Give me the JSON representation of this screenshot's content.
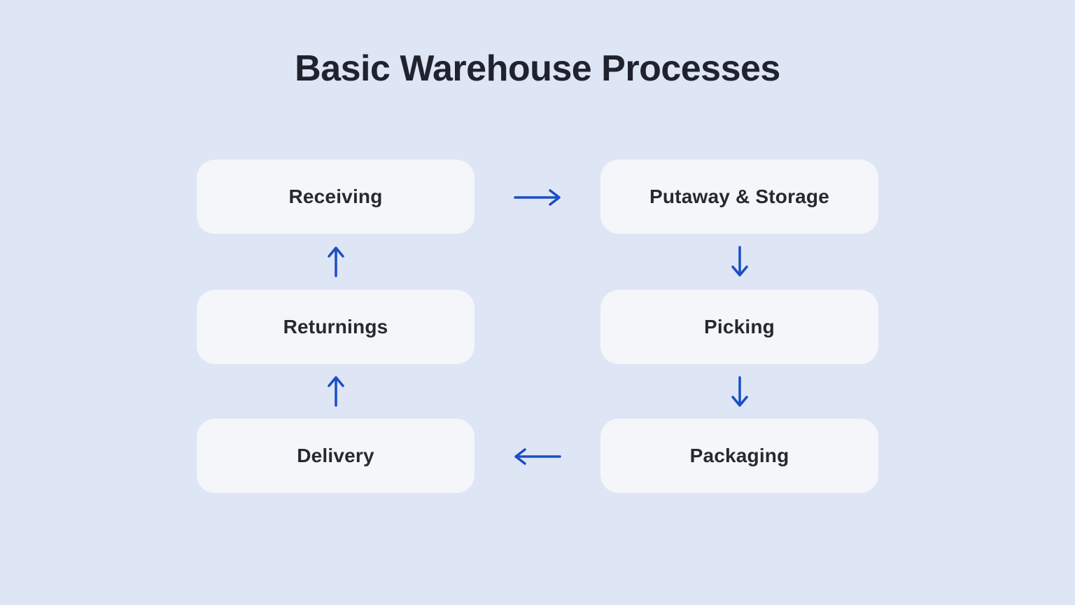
{
  "title": "Basic Warehouse Processes",
  "colors": {
    "background": "#dee5f4",
    "node_fill": "#f4f6fa",
    "arrow": "#1a4ec4",
    "title_text": "#20232e",
    "node_text": "#27292f"
  },
  "diagram": {
    "nodes": [
      {
        "id": "receiving",
        "label": "Receiving"
      },
      {
        "id": "putaway-storage",
        "label": "Putaway & Storage"
      },
      {
        "id": "returnings",
        "label": "Returnings"
      },
      {
        "id": "picking",
        "label": "Picking"
      },
      {
        "id": "delivery",
        "label": "Delivery"
      },
      {
        "id": "packaging",
        "label": "Packaging"
      }
    ],
    "edges": [
      {
        "from": "Receiving",
        "to": "Putaway & Storage",
        "direction": "right"
      },
      {
        "from": "Putaway & Storage",
        "to": "Picking",
        "direction": "down"
      },
      {
        "from": "Picking",
        "to": "Packaging",
        "direction": "down"
      },
      {
        "from": "Packaging",
        "to": "Delivery",
        "direction": "left"
      },
      {
        "from": "Delivery",
        "to": "Returnings",
        "direction": "up"
      },
      {
        "from": "Returnings",
        "to": "Receiving",
        "direction": "up"
      }
    ]
  }
}
